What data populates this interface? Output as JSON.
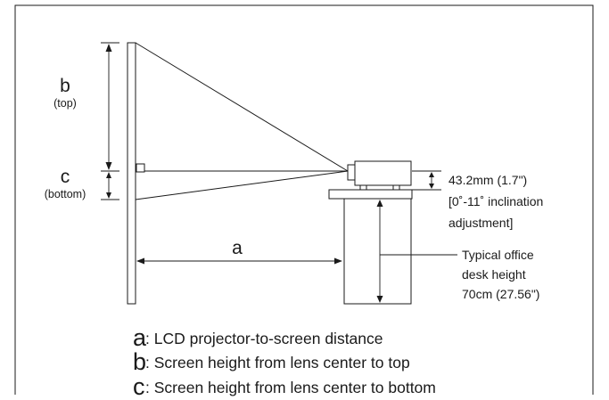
{
  "labels": {
    "b_letter": "b",
    "b_sub": "(top)",
    "c_letter": "c",
    "c_sub": "(bottom)",
    "a_letter": "a"
  },
  "lens_note": [
    "43.2mm (1.7\")",
    "[0˚-11˚ inclination",
    "adjustment]"
  ],
  "desk_note": [
    "Typical office",
    "desk height",
    "70cm (27.56\")"
  ],
  "legend": [
    {
      "letter": "a",
      "text": ": LCD projector-to-screen distance"
    },
    {
      "letter": "b",
      "text": ": Screen height from lens center to top"
    },
    {
      "letter": "c",
      "text": ": Screen height from lens center to bottom"
    }
  ]
}
